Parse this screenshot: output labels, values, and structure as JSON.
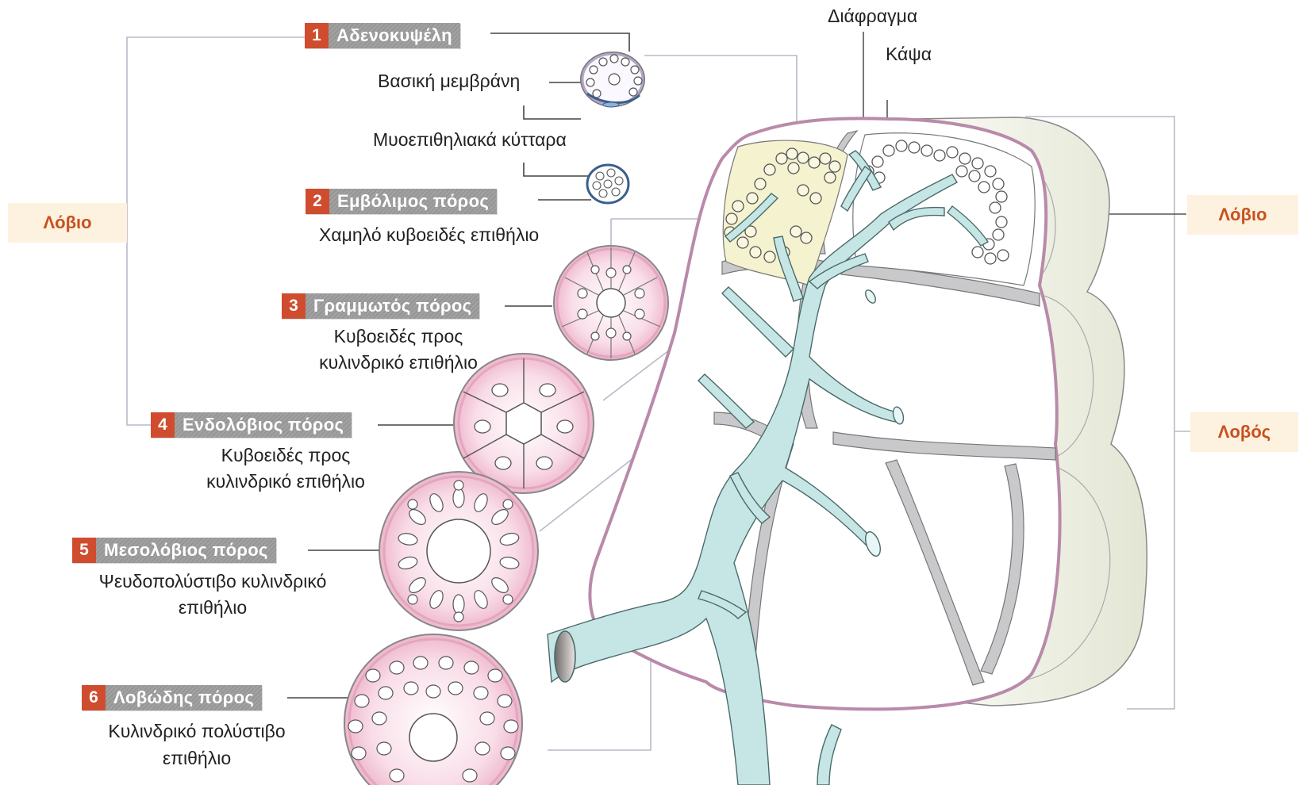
{
  "labels": {
    "acinus": {
      "num": "1",
      "name": "Αδενοκυψέλη"
    },
    "basement_membrane": "Βασική μεμβράνη",
    "myoepithelial": "Μυοεπιθηλιακά κύτταρα",
    "intercalated": {
      "num": "2",
      "name": "Εμβόλιμος πόρος"
    },
    "intercalated_desc": "Χαμηλό κυβοειδές επιθήλιο",
    "striated": {
      "num": "3",
      "name": "Γραμμωτός πόρος"
    },
    "striated_desc_1": "Κυβοειδές προς",
    "striated_desc_2": "κυλινδρικό επιθήλιο",
    "intralobular": {
      "num": "4",
      "name": "Ενδολόβιος πόρος"
    },
    "intralobular_desc_1": "Κυβοειδές προς",
    "intralobular_desc_2": "κυλινδρικό επιθήλιο",
    "interlobular": {
      "num": "5",
      "name": "Μεσολόβιος πόρος"
    },
    "interlobular_desc_1": "Ψευδοπολύστιβο κυλινδρικό",
    "interlobular_desc_2": "επιθήλιο",
    "lobar": {
      "num": "6",
      "name": "Λοβώδης πόρος"
    },
    "lobar_desc_1": "Κυλινδρικό πολύστιβο",
    "lobar_desc_2": "επιθήλιο",
    "septum": "Διάφραγμα",
    "capsule": "Κάψα",
    "lobule_left": "Λόβιο",
    "lobule_right": "Λόβιο",
    "lobe_right": "Λοβός"
  },
  "colors": {
    "badge_number": "#d04c2e",
    "badge_label": "#9b9b9b",
    "side_label_bg": "#fdf1df",
    "side_label_text": "#c7511f",
    "duct": "#c6e6e6",
    "capsule_outline": "#b98aa9",
    "septum_fill": "#c9c9cc",
    "lobe_fill": "#eef0e6",
    "acini_fill": "#f4f2cf",
    "cell_pink": "#f5c6d9"
  }
}
